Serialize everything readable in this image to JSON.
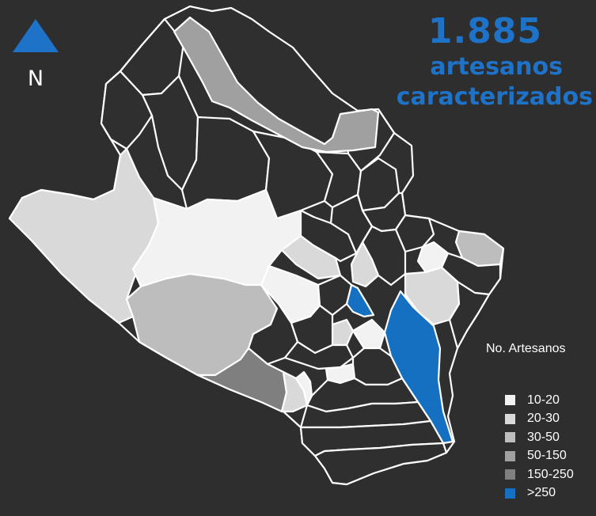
{
  "north": {
    "label": "N",
    "icon": "north-arrow-icon",
    "color": "#1e73c8"
  },
  "headline": {
    "count": "1.885",
    "line1": "artesanos",
    "line2": "caracterizados",
    "color": "#1e73c8"
  },
  "legend": {
    "title": "No. Artesanos",
    "items": [
      {
        "label": "10-20",
        "color": "#f2f2f2"
      },
      {
        "label": "20-30",
        "color": "#d9d9d9"
      },
      {
        "label": "30-50",
        "color": "#bdbdbd"
      },
      {
        "label": "50-150",
        "color": "#a0a0a0"
      },
      {
        "label": "150-250",
        "color": "#7f7f7f"
      },
      {
        "label": ">250",
        "color": "#1570c2"
      }
    ]
  },
  "colors": {
    "background": "#2e2e2e",
    "region_default": "#2f2f2f",
    "region_border": "#ffffff"
  }
}
